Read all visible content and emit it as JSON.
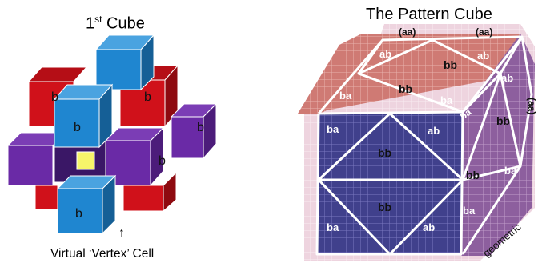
{
  "left_figure": {
    "title_prefix": "1",
    "title_sup": "st",
    "title_suffix": " Cube",
    "cube_label": "b",
    "caption": "Virtual ‘Vertex’ Cell",
    "arrow_glyph": "↑",
    "colors": {
      "red": "#d0111a",
      "blue": "#1f86d0",
      "purple": "#6a2aa6",
      "yellow": "#f7f56a"
    }
  },
  "right_figure": {
    "title": "The Pattern Cube",
    "labels": {
      "aa_top_left": "(aa)",
      "aa_top_right": "(aa)",
      "aa_side": "(aa)",
      "ab": "ab",
      "ba": "ba",
      "bb": "bb"
    },
    "edge_label": "geometric",
    "colors": {
      "front": "#3d3d8a",
      "top": "#c9736f",
      "side": "#8a5a9a"
    }
  }
}
